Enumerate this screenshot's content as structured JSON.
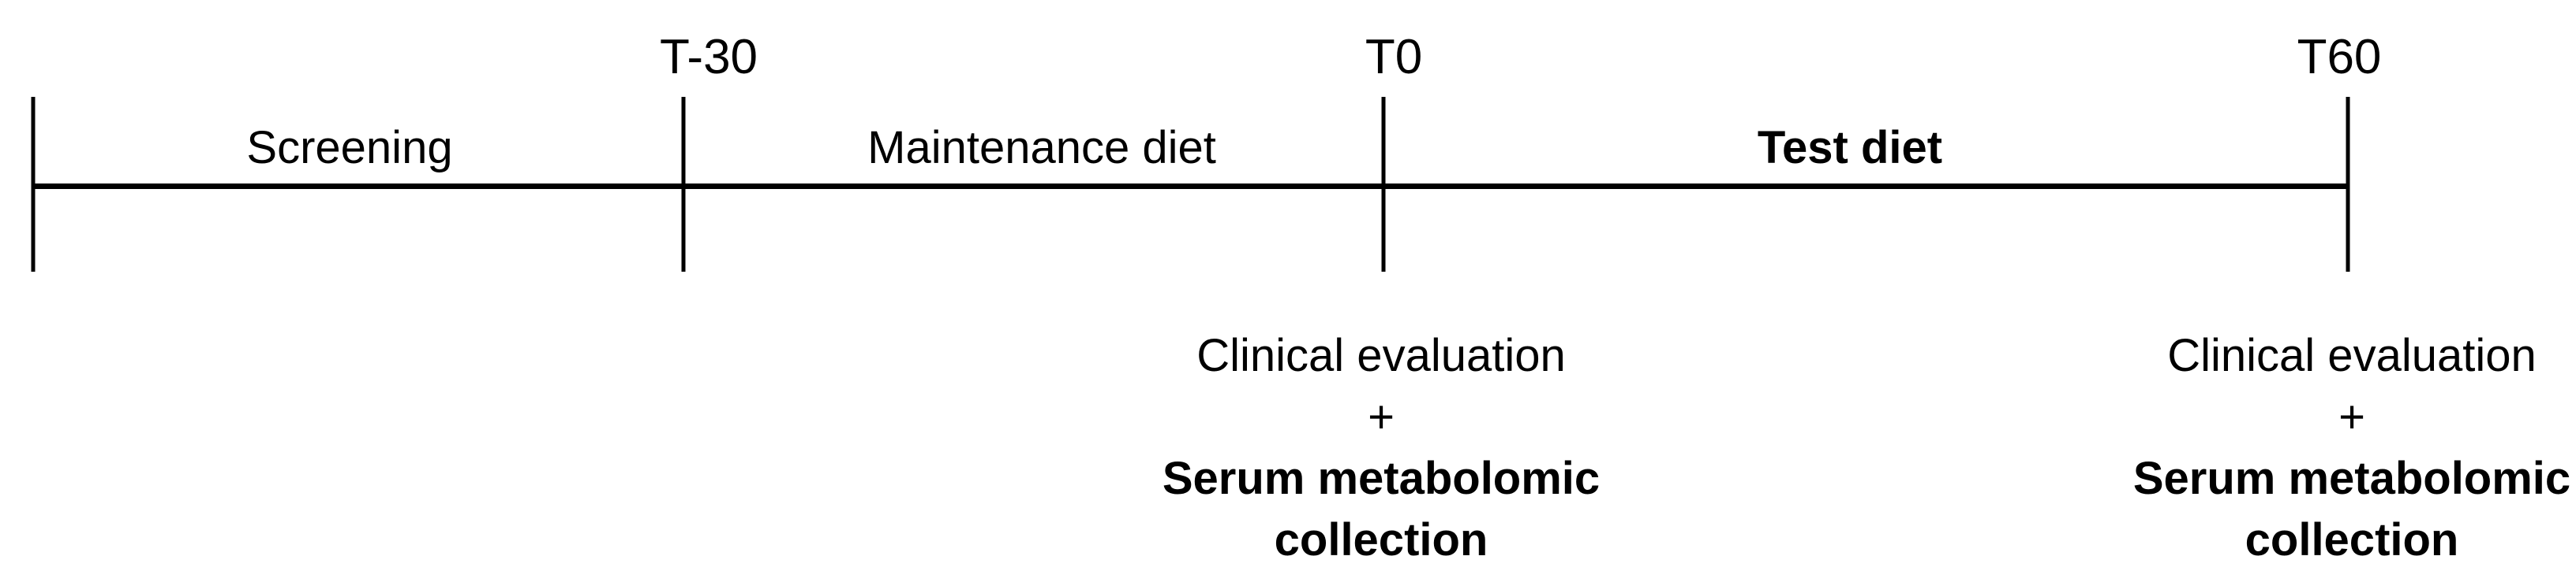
{
  "diagram": {
    "title_semantic": "study-design-timeline",
    "colors": {
      "background": "#ffffff",
      "line": "#000000",
      "text": "#000000"
    },
    "timepoints": [
      {
        "label": "T-30"
      },
      {
        "label": "T0"
      },
      {
        "label": "T60"
      }
    ],
    "phases": [
      {
        "label": "Screening",
        "bold": false
      },
      {
        "label": "Maintenance diet",
        "bold": false
      },
      {
        "label": "Test diet",
        "bold": true
      }
    ],
    "events": {
      "t0": {
        "line1": "Clinical evaluation",
        "line2": "+",
        "line3": "Serum metabolomic",
        "line4": "collection"
      },
      "t60": {
        "line1": "Clinical evaluation",
        "line2": "+",
        "line3": "Serum metabolomic",
        "line4": "collection"
      }
    }
  }
}
